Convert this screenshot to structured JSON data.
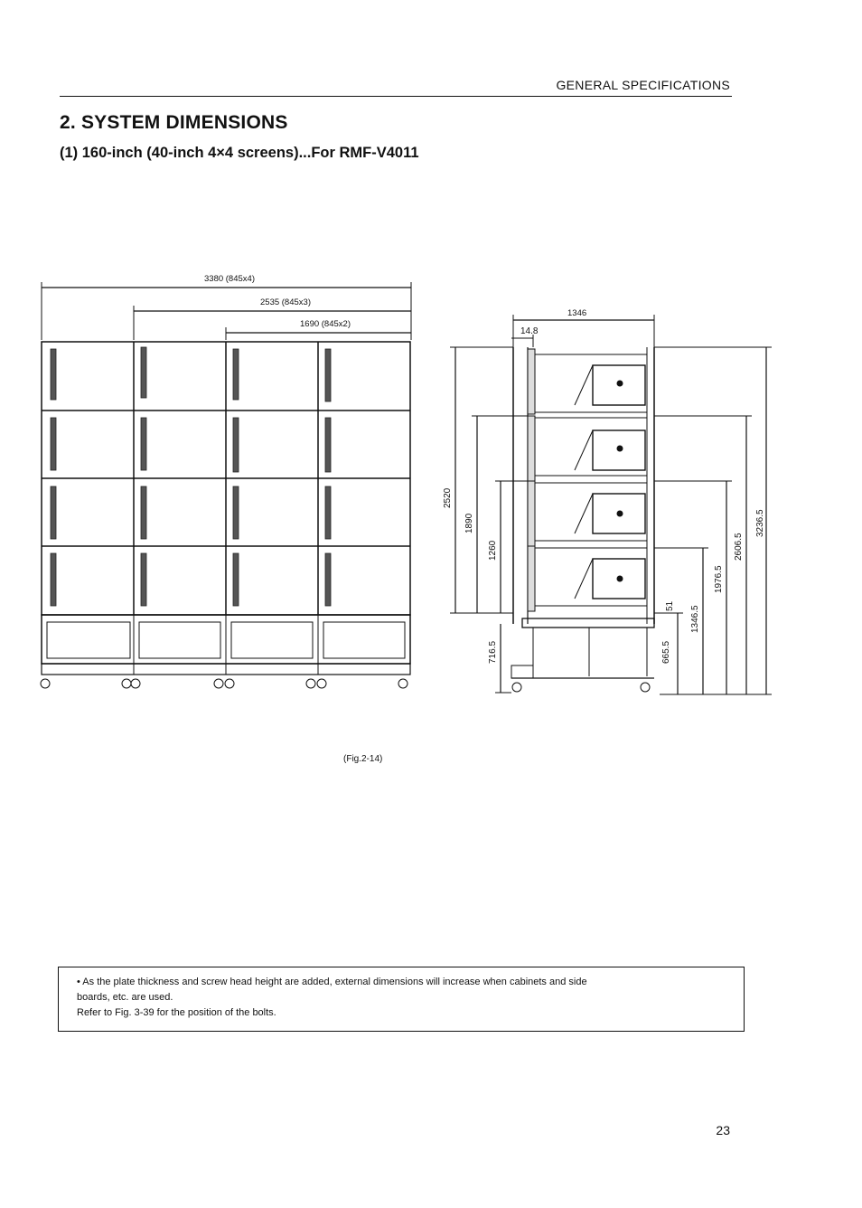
{
  "header": {
    "section_label": "GENERAL SPECIFICATIONS"
  },
  "titles": {
    "section": "2. SYSTEM DIMENSIONS",
    "subsection": "(1) 160-inch (40-inch 4×4 screens)...For RMF-V4011"
  },
  "front_view": {
    "dim_total": "3380 (845x4)",
    "dim_three": "2535 (845x3)",
    "dim_two": "1690 (845x2)",
    "rows": 4,
    "columns": 4
  },
  "side_view": {
    "dim_depth": "1346",
    "dim_offset": "14.8",
    "dim_2520": "2520",
    "dim_1890": "1890",
    "dim_1260": "1260",
    "dim_716_5": "716.5",
    "dim_51": "51",
    "dim_665_5": "665.5",
    "dim_1346_5": "1346.5",
    "dim_1976_5": "1976.5",
    "dim_2606_5": "2606.5",
    "dim_3236_5": "3236.5"
  },
  "figure_caption": "(Fig.2-14)",
  "note": {
    "line1": "• As the plate thickness and screw head height are added, external dimensions will increase when cabinets and side",
    "line2": "boards, etc. are used.",
    "line3": "Refer to Fig. 3-39 for the position of the bolts."
  },
  "page_number": "23"
}
